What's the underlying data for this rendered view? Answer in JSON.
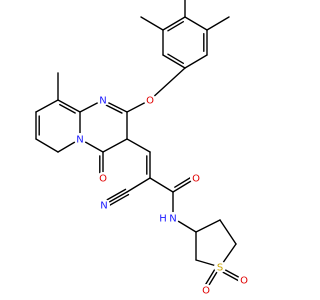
{
  "colors": {
    "bond": "#000000",
    "N": "#1a1aff",
    "O": "#e00000",
    "S": "#c9a300",
    "H": "#1a1aff"
  },
  "atoms": {
    "O_ether": "O",
    "N_ring_top": "N",
    "N_bridge": "N",
    "O_keto": "O",
    "N_nitrile": "N",
    "O_amide": "O",
    "N_amide": "N",
    "H_amide": "H",
    "S_sulfone": "S",
    "O_sulfone_1": "O",
    "O_sulfone_2": "O"
  }
}
